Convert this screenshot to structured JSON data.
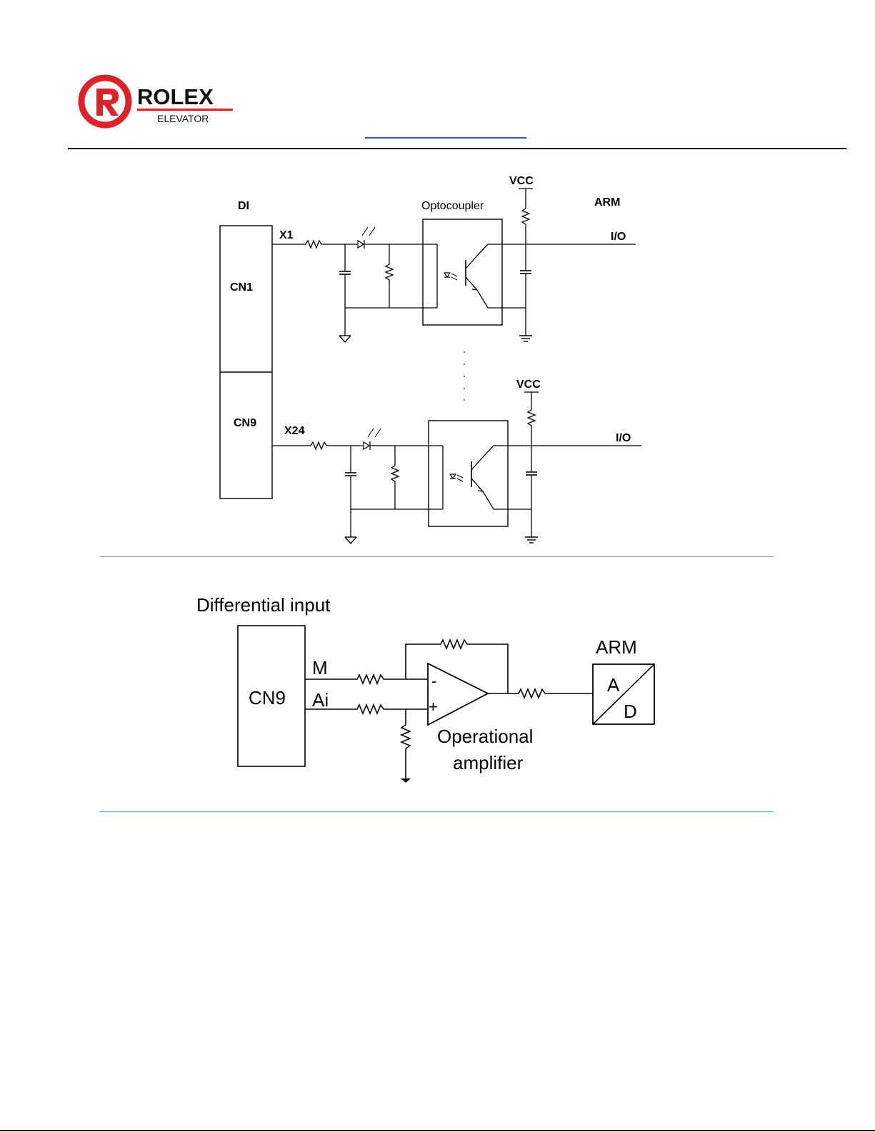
{
  "header": {
    "brand": "ROLEX",
    "sub": "ELEVATOR",
    "colors": {
      "brand_red": "#e02128",
      "rule": "#000000",
      "link": "#2f55d4"
    }
  },
  "diagram1": {
    "di": "DI",
    "cn1": "CN1",
    "cn9": "CN9",
    "x1": "X1",
    "x24": "X24",
    "optocoupler": "Optocoupler",
    "vcc_top": "VCC",
    "vcc_bottom": "VCC",
    "arm": "ARM",
    "io_top": "I/O",
    "io_bottom": "I/O"
  },
  "diagram2": {
    "title": "Differential input",
    "cn9": "CN9",
    "m": "M",
    "ai": "Ai",
    "minus": "-",
    "plus": "+",
    "op_line1": "Operational",
    "op_line2": "amplifier",
    "arm": "ARM",
    "a": "A",
    "d": "D"
  },
  "separator_color": "#6ba5e8"
}
